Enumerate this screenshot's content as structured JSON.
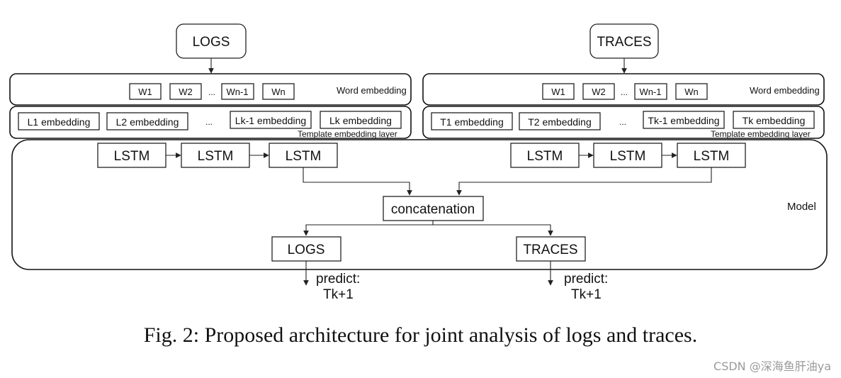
{
  "logs_input": "LOGS",
  "traces_input": "TRACES",
  "left_word_layer": {
    "words": [
      "W1",
      "W2",
      "...",
      "Wn-1",
      "Wn"
    ],
    "label": "Word embedding"
  },
  "right_word_layer": {
    "words": [
      "W1",
      "W2",
      "...",
      "Wn-1",
      "Wn"
    ],
    "label": "Word embedding"
  },
  "left_template_layer": {
    "items": [
      "L1 embedding",
      "L2 embedding",
      "...",
      "Lk-1 embedding",
      "Lk embedding"
    ],
    "label": "Template embedding layer"
  },
  "right_template_layer": {
    "items": [
      "T1 embedding",
      "T2 embedding",
      "...",
      "Tk-1 embedding",
      "Tk embedding"
    ],
    "label": "Template embedding layer"
  },
  "model": {
    "label": "Model",
    "left_lstm": [
      "LSTM",
      "LSTM",
      "LSTM"
    ],
    "right_lstm": [
      "LSTM",
      "LSTM",
      "LSTM"
    ],
    "merge": "concatenation",
    "outputs": [
      "LOGS",
      "TRACES"
    ]
  },
  "predictions": [
    {
      "line1": "predict:",
      "line2": "Tk+1"
    },
    {
      "line1": "predict:",
      "line2": "Tk+1"
    }
  ],
  "caption": "Fig. 2: Proposed architecture for joint analysis of logs and traces.",
  "watermark": "CSDN @深海鱼肝油ya"
}
